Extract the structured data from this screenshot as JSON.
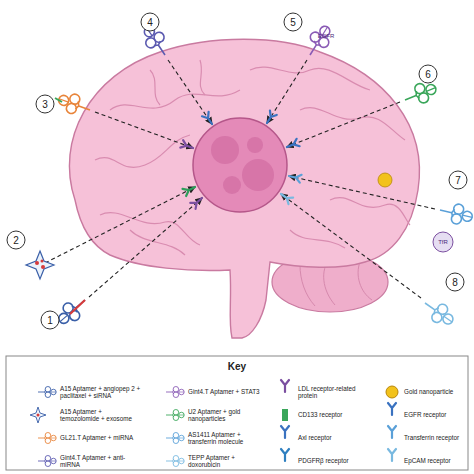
{
  "diagram": {
    "labels": [
      "1",
      "2",
      "3",
      "4",
      "5",
      "6",
      "7",
      "8",
      "EGFR",
      "TfR",
      "Key"
    ],
    "legend": [
      {
        "text": "A15 Aptamer + angiopep 2 + paclitaxel + siRNA"
      },
      {
        "text": "A15 Aptamer + temozolomide + exosome"
      },
      {
        "text": "GL21.T Aptamer + miRNA"
      },
      {
        "text": "Gint4.T Aptamer + anti-miRNA"
      },
      {
        "text": "Gint4.T Aptamer + STAT3"
      },
      {
        "text": "U2 Aptamer + gold nanoparticles"
      },
      {
        "text": "AS1411 Aptamer + transferrin molecule"
      },
      {
        "text": "TEPP Aptamer + doxorubicin"
      },
      {
        "text": "LDL receptor-related protein"
      },
      {
        "text": "CD133 receptor"
      },
      {
        "text": "Axl receptor"
      },
      {
        "text": "PDGFRβ receptor"
      },
      {
        "text": "Gold nanoparticle",
        "color": "#f2c21b"
      },
      {
        "text": "EGFR receptor"
      },
      {
        "text": "Transferrin receptor"
      },
      {
        "text": "EpCAM receptor"
      }
    ]
  }
}
